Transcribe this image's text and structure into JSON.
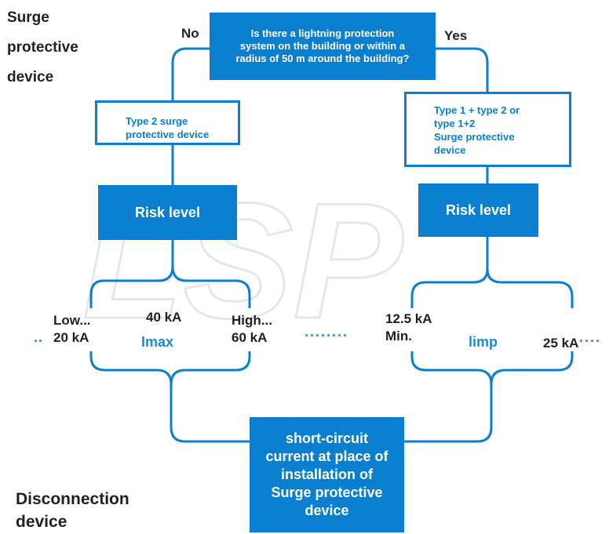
{
  "colors": {
    "accent": "#0a7fd0",
    "light_accent": "#1b8bd8",
    "text": "#231f20",
    "watermark": "#e6e6e6"
  },
  "side_labels": {
    "surge": [
      "Surge",
      "protective",
      "device"
    ],
    "disconnection": [
      "Disconnection",
      "device"
    ]
  },
  "question": {
    "lines": [
      "Is there a lightning protection",
      "system on the building or within a",
      "radius of 50 m around the building?"
    ],
    "no_label": "No",
    "yes_label": "Yes"
  },
  "left_branch": {
    "device_lines": [
      "Type 2 surge",
      "protective device"
    ],
    "risk_label": "Risk level",
    "low": [
      "Low...",
      "20 kA"
    ],
    "mid_value": "40 kA",
    "mid_label": "Imax",
    "high": [
      "High...",
      "60 kA"
    ],
    "leading_dots": "..",
    "trailing_dots": "········"
  },
  "right_branch": {
    "device_lines": [
      "Type 1 + type 2 or",
      "type 1+2",
      "Surge protective",
      "device"
    ],
    "risk_label": "Risk level",
    "min": [
      "12.5 kA",
      "Min."
    ],
    "mid_label": "limp",
    "max_value": "25 kA",
    "trailing_dots": "····"
  },
  "bottom_box": {
    "lines": [
      "short-circuit",
      "current at place of",
      "installation of",
      "Surge protective",
      "device"
    ]
  },
  "watermark": {
    "text": "LSP"
  }
}
